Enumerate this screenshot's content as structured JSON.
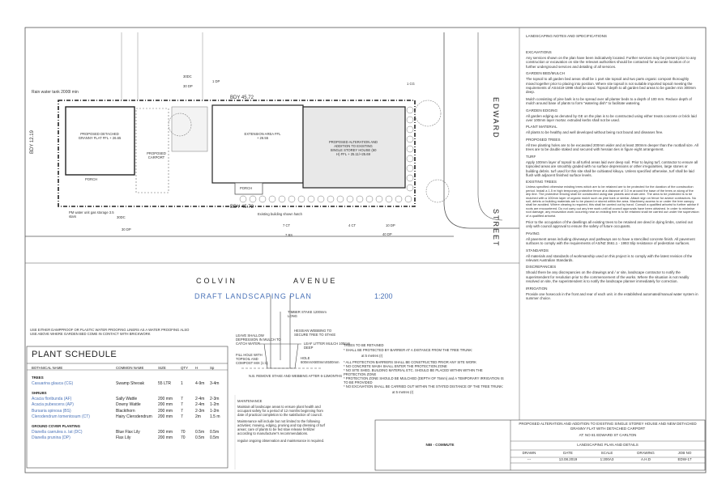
{
  "streets": {
    "edward": "EDWARD",
    "street": "STREET",
    "colvin": "COLVIN",
    "avenue": "AVENUE"
  },
  "plan": {
    "title": "DRAFT LANDSCAPING PLAN",
    "scale": "1:200",
    "bdy_top": "BDY 45.72",
    "bdy_bottom": "BDY 45.72",
    "bdy_left": "BDY 12.19",
    "granny_flat": "PROPOSED DETACHED GRANNY FLAT FFL + 26.65",
    "carport": "PROPOSED CARPORT",
    "extension": "EXTENSION AREA FFL + 26.55",
    "house": "PROPOSED ALTERATION AND ADDITION TO EXISTING SINGLE STOREY HOUSE (60 H) FFL + 25.11/+25.69",
    "porch": "PORCH",
    "porch2": "PORCH",
    "rain_tank": "Rain water tank 2000l min",
    "hot_water": "PM water unit gas storage 3.5 stars",
    "existing_shown": "Existing building shown hatch",
    "callouts": {
      "c1": "1 DP",
      "c2": "30 DP",
      "c3": "30 DP",
      "c4": "7 CT",
      "c5": "7 BS",
      "c6": "10 DP",
      "c7": "40 DP",
      "c8": "4 CT",
      "c9": "1 CG",
      "c10": "30DC",
      "c11": "30DC"
    }
  },
  "notes_left": "USE EITHER DAMPPROOF OR PLASTIC WATER PROOFING LINERS AS A WATER PROOFING ALSO USE ABOVE WHERE GARDEN BED COME IN CONTACT WITH BRICKWORK",
  "stake_detail": {
    "timber_stake": "TIMBER STAKE 1200mm LONG",
    "hessian": "HESSIAN WEBBING TO SECURE TREE TO STAKE",
    "leaf_litter": "LEAF LITTER MULCH 100mm DEEP",
    "leave_shallow": "LEAVE SHALLOW DEPRESSION IN MULCH TO CATCH WATER",
    "fill_hole": "FILL HOLE WITH TOPSOIL AND COMPOST MIX (1:1)",
    "hole": "HOLE 600mmX600mmX500mm",
    "remove": "N.B. REMOVE STAKE AND WEBBING AFTER 6-12MONTHS"
  },
  "trees_retained": {
    "heading": "TREES TO BE RETAINED",
    "l1": "* SHALL BE PROTECTED BY BARRIER AT A DISTANCE FROM THE TREE TRUNK:",
    "l2": "at 5 metres (r)",
    "l3": "* ALL PROTECTION BARRIERS SHALL BE CONSTRUCTED PRIOR ANY SITE WORK",
    "l4": "* NO CONCRETE WASH SHALL ENTER THE PROTECTION ZONE",
    "l5": "* NO SITE SHED, BUILDING MATERIAL ETC. SHOULD BE PLACED WITHIN WITHIN THE PROTECTION ZONE",
    "l6": "* PROTECTION ZONE SHOULD BE MULCHED (DEPTH OF 75mm) and A TEMPORARY IRRIGATION IS TO BE PROVIDED",
    "l7": "* NO EXCAVATION SHALL BE CARRIED OUT WITHIN THE STATED DISTANCE OF THE TREE TRUNK:",
    "l8": "at 5 metres (r)"
  },
  "maintenance": {
    "heading": "MAINTENANCE",
    "p1": "Maintain all landscape areas to ensure plant health and occupant safety for a period of 12 months beginning from date of practical completion to the satisfaction of council.",
    "p2": "Maintenance will include but not limited to the following activities; mowing, edging, pruning and top dressing of turf areas; care of plants to be fed slow release fertilizer according to manufacturer's recommendations.",
    "p3": "regular ongoing observation and maintenance is required."
  },
  "schedule": {
    "title": "PLANT SCHEDULE",
    "headers": [
      "BOTANICAL NAME",
      "COMMON NAME",
      "SIZE",
      "QTY",
      "H",
      "Sp"
    ],
    "sections": [
      {
        "heading": "TREES",
        "rows": [
          [
            "Casuarina glauca (CG)",
            "Swamp Sheoak",
            "55 LTR",
            "1",
            "4-9m",
            "3-4m"
          ]
        ]
      },
      {
        "heading": "SHRUBS",
        "rows": [
          [
            "Acacia floribunda (AF)",
            "Sally Wattle",
            "200 mm",
            "7",
            "2-4m",
            "2-3m"
          ],
          [
            "Acacia pubescens  (AP)",
            "Downy Wattle",
            "200 mm",
            "7",
            "2-4m",
            "1-2m"
          ],
          [
            "Bursaria spinosa (BS)",
            "Blackthorn",
            "200 mm",
            "7",
            "2-3m",
            "1-2m"
          ],
          [
            "Clerodendrum tomentosum (CT)",
            "Hairy Clerodendrum",
            "200 mm",
            "7",
            "2m",
            "1.5 m"
          ]
        ]
      },
      {
        "heading": "GROUND COVER PLANTING",
        "rows": [
          [
            "Dianella caerulea s. lat (DC)",
            "Blue Flax Lily",
            "200 mm",
            "70",
            "0.5m",
            "0.5m"
          ],
          [
            "Dianella prunina (DP)",
            "Flax Lily",
            "200 mm",
            "70",
            "0.5m",
            "0.5m"
          ]
        ]
      }
    ]
  },
  "notes_panel": {
    "title": "LANDSCAPING NOTES AND SPECIFICATIONS",
    "excavations_h": "EXCAVATIONS",
    "excavations": "Any services shown on the plan have been indicatively located. Further services may be present prior to any construction or excavation on site the relevant authorities should be contacted for accurate location of or further underground services and detailing of all services.",
    "bed_h": "GARDEN BED/MULCH",
    "bed": "The topsoil to all garden bed areas shall be 1 part site topsoil and two parts organic compost thoroughly mixed together prior to placing into position. Where site topsoil is not suitable imported topsoil meeting the requirements of AS4419-1998 shall be used. Topsoil depth to all garden bed areas to be garden min 300mm deep.",
    "mulch": "Mulch consisting of pine bark is to be spread over all planter beds to a depth of 100 mm. Reduce depth of mulch around base of plants to form \"watering dish\" to facilitate watering.",
    "edging_h": "GARDEN EDGING",
    "edging": "All garden edging as denoted by GE on the plan is to be constructed using either treats concrete or brick laid over 100mm layer mortar. extruded kerbs shall not be used.",
    "material_h": "PLANT MATERIAL",
    "material": "All plants to be healthy and well developed without being root bound and diseases free.",
    "trees_h": "PROPOSED TREES",
    "trees": "All tree planting holes are to be excavated 200mm wider and at least 300mm deeper than the rootball size. All trees are to be double staked and secured with hessian ties in figure eight arrangement.",
    "turf_h": "TURF",
    "turf": "Apply 100mm layer of topsoil to all turfed areas laid over deep soil. Prior to laying turf, contractor to ensure all topsoiled areas are smoothly graded with no surface depressions or other irregularities, large stones or building debris. turf used for this site shall be cultivated kikuyu. Unless specified otherwise, turf shall be laid flush with adjacent finished surface levels.",
    "existing_h": "EXISTING TREES",
    "existing": "Unless specified otherwise existing trees which are to be retained are to be protected for the duration of the construction period. Install a 1.5 m high temporary protective fence at a distance of 3.0 m around the base of the trees or along of the drip line. The protective fencing shall be constructed using star pickets and chain wire. The area to be protected is to be mulched with a 100mm layer of organic mulch such as pine bark or similar. Attach sign on fence for advice contractors. No soil, debris or building materials are to be placed or stored within the area. Machinery access to or under the tree canopy shall be avoided. Where clearing is required, this shall be carried out by hand. Consult a qualified arborist to further advise if roots are encountered. Do not carry out any tree work until all council approvals have been obtained. In order to minimise root damage, any excavation work occurring near an existing tree is to be retained shall be carried out under the supervision of a qualified arborist.",
    "existing2": "Prior to the occupation of the dwellings all existing trees to be retained are deed in dying limbs, carried out only with council approval to ensure the safety of future occupants.",
    "paving_h": "PAVING",
    "paving": "All pavement areas including driveways and pathways are to have a stencilled concrete finish. All pavement surfaces to comply with the requirements of AS/NZ 3661.1 - 1993 Slip resistance of pedestrian surfaces.",
    "standards_h": "STANDARDS",
    "standards": "All materials and standards of workmanship used on this project is to comply with the latest revision of the relevant Australian Standards.",
    "discrep_h": "DISCREPANCIES",
    "discrep": "Should there be any discrepancies on the drawings and / or site, landscape contractor to notify the superintendent for resolution prior to the commencement of the works. Where the situation is not readily resolved on site, the superintendent is to notify the landscape planner immediately for correction.",
    "irrigation_h": "IRRIGATION",
    "irrigation": "Provide one hosecock in the front and rear of each unit. in the established automated/manual water system in summer choice."
  },
  "title_block": {
    "nbi": "NBI - COMMUTE",
    "project": "PROPOSED ALTERATION AND ADDITION TO EXISTING SINGLE STOREY HOUSE AND NEW DETACHED GRANNY FLAT WITH DETACHED CARPORT",
    "address": "AT: NO 81 EDWARD ST CARLTON",
    "sheet": "LANDSCAPING PLAN AND DETAILS",
    "labels": [
      "DRAWN",
      "DATE",
      "SCALE",
      "DRAWING",
      "JOB NO"
    ],
    "values": [
      "---",
      "13.08.2019",
      "1:200A3",
      "A.H.D",
      "EDW-17"
    ]
  }
}
